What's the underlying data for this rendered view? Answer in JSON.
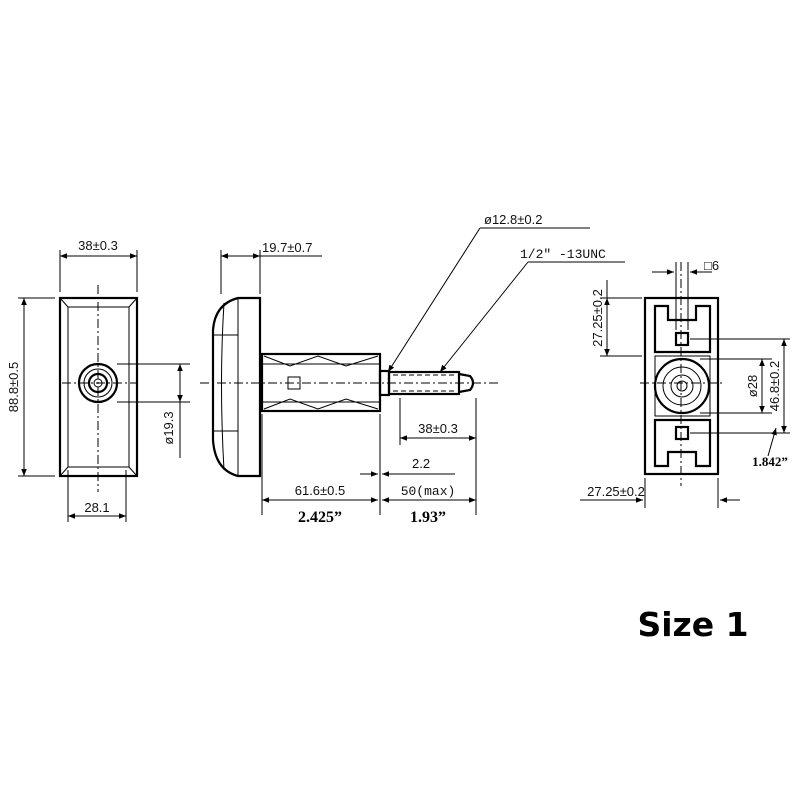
{
  "front_view": {
    "width_dim": "38±0.3",
    "height_dim": "88.8±0.5",
    "hole_dim": "ø19.3",
    "bottom_dim": "28.1"
  },
  "side_view": {
    "cap_dim": "19.7±0.7",
    "thread_dia_dim": "ø12.8±0.2",
    "thread_spec": "1/2\" -13UNC",
    "thread_len_dim": "38±0.3",
    "gap_dim": "2.2",
    "body_len_dim": "61.6±0.5",
    "body_len_inch": "2.425”",
    "max_len_dim": "50(max)",
    "max_len_inch": "1.93”"
  },
  "rear_view": {
    "square_dim": "□6",
    "upper_dim": "27.25±0.2",
    "boss_dim": "ø28",
    "height_dim": "46.8±0.2",
    "height_inch": "1.842”",
    "bottom_dim": "27.25±0.2"
  },
  "caption": "Size 1"
}
